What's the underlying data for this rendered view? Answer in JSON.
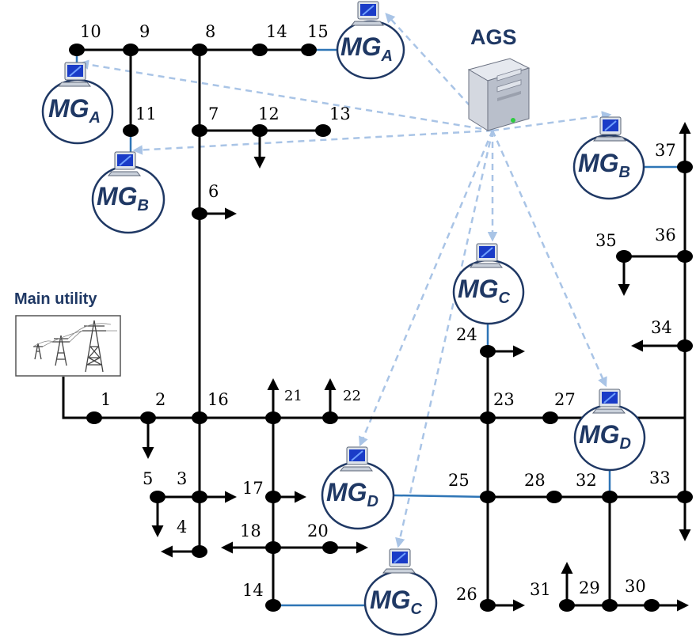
{
  "title": "AGS",
  "main_utility_label": "Main utility",
  "buses": [
    "1",
    "2",
    "3",
    "4",
    "5",
    "6",
    "7",
    "8",
    "9",
    "10",
    "11",
    "12",
    "13",
    "14",
    "15",
    "16",
    "17",
    "18",
    "20",
    "21",
    "22",
    "23",
    "24",
    "25",
    "26",
    "27",
    "28",
    "29",
    "30",
    "31",
    "32",
    "33",
    "34",
    "35",
    "36",
    "37",
    "14"
  ],
  "microgrids": [
    {
      "id": "mg-a-top",
      "base": "MG",
      "sub": "A"
    },
    {
      "id": "mg-a-left",
      "base": "MG",
      "sub": "A"
    },
    {
      "id": "mg-b-left",
      "base": "MG",
      "sub": "B"
    },
    {
      "id": "mg-b-right",
      "base": "MG",
      "sub": "B"
    },
    {
      "id": "mg-c-mid",
      "base": "MG",
      "sub": "C"
    },
    {
      "id": "mg-d-right",
      "base": "MG",
      "sub": "D"
    },
    {
      "id": "mg-d-left",
      "base": "MG",
      "sub": "D"
    },
    {
      "id": "mg-c-bottom",
      "base": "MG",
      "sub": "C"
    }
  ],
  "colors": {
    "feeder": "#000000",
    "tie_line": "#2E75B6",
    "communication": "#A9C4E6",
    "mg_text": "#1F3864"
  },
  "icons": [
    "server-icon",
    "computer-icon",
    "transmission-tower-icon",
    "load-arrow-icon"
  ]
}
